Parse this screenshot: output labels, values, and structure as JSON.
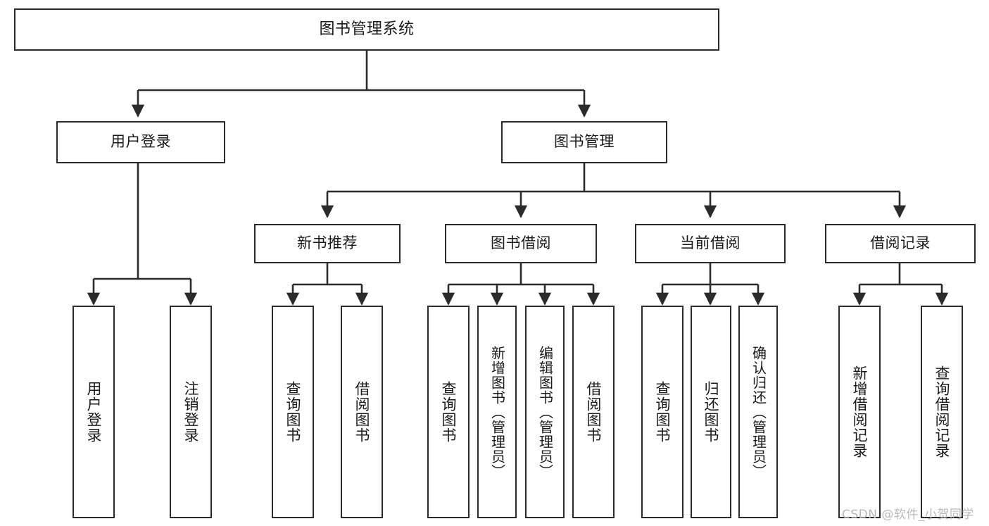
{
  "diagram": {
    "title": "图书管理系统",
    "watermark": "CSDN @软件_小贺同学",
    "stroke_color": "#2b2b2b",
    "background_color": "#ffffff",
    "text_color": "#1a1a1a",
    "watermark_color": "#b9b9b9"
  },
  "nodes": {
    "root": {
      "label": "图书管理系统"
    },
    "level1": [
      {
        "label": "用户登录"
      },
      {
        "label": "图书管理"
      }
    ],
    "level2": [
      {
        "label": "新书推荐"
      },
      {
        "label": "图书借阅"
      },
      {
        "label": "当前借阅"
      },
      {
        "label": "借阅记录"
      }
    ],
    "leaves": {
      "user_login": [
        {
          "label": "用户登录"
        },
        {
          "label": "注销登录"
        }
      ],
      "new_book_recommend": [
        {
          "label": "查询图书"
        },
        {
          "label": "借阅图书"
        }
      ],
      "book_borrow": [
        {
          "label": "查询图书"
        },
        {
          "label": "新增图书（管理员）"
        },
        {
          "label": "编辑图书（管理员）"
        },
        {
          "label": "借阅图书"
        }
      ],
      "current_borrow": [
        {
          "label": "查询图书"
        },
        {
          "label": "归还图书"
        },
        {
          "label": "确认归还（管理员）"
        }
      ],
      "borrow_records": [
        {
          "label": "新增借阅记录"
        },
        {
          "label": "查询借阅记录"
        }
      ]
    }
  }
}
